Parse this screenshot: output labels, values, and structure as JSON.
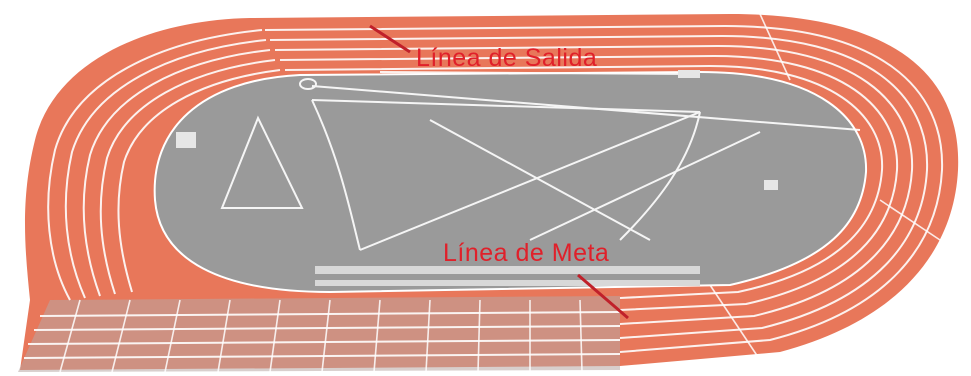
{
  "labels": {
    "start_line": "Línea de Salida",
    "finish_line": "Línea de Meta"
  },
  "colors": {
    "track": "#e8775a",
    "lane_lines": "#ffffff",
    "infield": "#9a9a9a",
    "label_text": "#e0202a",
    "pointer": "#c0202a"
  },
  "track": {
    "lanes": 8
  }
}
